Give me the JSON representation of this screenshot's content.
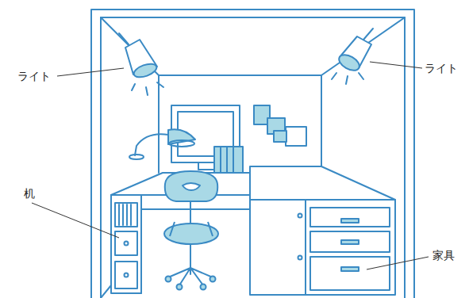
{
  "diagram": {
    "labels": [
      "ライト",
      "ライト",
      "机",
      "家具"
    ]
  }
}
